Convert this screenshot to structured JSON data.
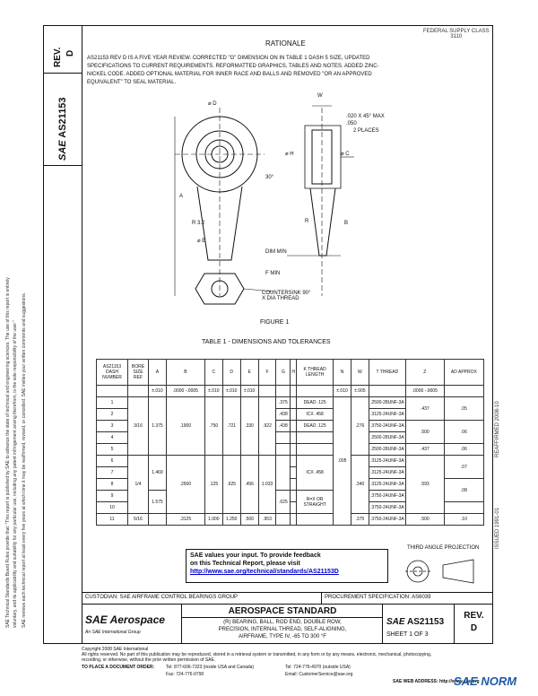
{
  "rev_header": {
    "label": "REV.",
    "value": "D"
  },
  "doc_number_side": "AS21153",
  "sae_logo_side": "SAE",
  "top_right_note": [
    "FEDERAL SUPPLY CLASS",
    "3110"
  ],
  "rationale": {
    "title": "RATIONALE",
    "lines": [
      "AS21153 REV D IS A FIVE YEAR REVIEW. CORRECTED \"G\" DIMENSION ON IN TABLE 1 DASH 5 SIZE, UPDATED",
      "SPECIFICATIONS TO CURRENT REQUIREMENTS. REFORMATTED GRAPHICS, TABLES AND NOTES. ADDED ZINC-",
      "NICKEL CODE. ADDED OPTIONAL MATERIAL FOR INNER RACE AND BALLS AND REMOVED \"OR AN APPROVED",
      "EQUIVALENT\" TO SEAL MATERIAL."
    ]
  },
  "figure": {
    "caption": "FIGURE 1",
    "labels": {
      "dia_d": "⌀ D",
      "w": "W",
      "chamfer": ".020 X 45° MAX",
      "chamfer2": ".050",
      "places": "2 PLACES",
      "a_label": "A",
      "r32": "R 3.2",
      "h_dim": "⌀ H",
      "thirty": "30°",
      "dia_e": "⌀ E",
      "dia_c": "⌀ C",
      "b_label": "B",
      "r_label": "R",
      "ja_min": "DIM MIN",
      "countersink": [
        "COUNTERSINK 90°",
        "X DIA THREAD"
      ],
      "f_min": "F MIN"
    }
  },
  "table": {
    "title": "TABLE 1 - DIMENSIONS AND TOLERANCES",
    "headers": [
      "AS21153 DASH NUMBER",
      "BORE SIZE REF",
      "A",
      "B",
      "C",
      "D",
      "E",
      "F",
      "G",
      "H",
      "K THREAD LENGTH",
      "N",
      "W",
      "T THREAD",
      "Z",
      "AD APPROX"
    ],
    "tolerances": [
      "",
      "",
      "±.010",
      ".0000 -.0005",
      "±.010",
      "±.010",
      "±.010",
      "",
      "",
      "",
      "",
      "±.010",
      "±.005",
      "",
      ".0000 -.0005",
      ""
    ],
    "rows": [
      [
        "1",
        "",
        "",
        "",
        "",
        "",
        "",
        "",
        "",
        "",
        "",
        "",
        "",
        ".2500-28UNF-3A",
        "",
        ""
      ],
      [
        "2",
        "",
        "",
        "",
        "",
        "",
        "",
        "",
        "",
        "",
        "",
        "",
        "",
        ".3125-24UNF-3A",
        "",
        ""
      ],
      [
        "3",
        "",
        "",
        "",
        "",
        "",
        "",
        "",
        "",
        "",
        "",
        "",
        "",
        ".3750-24UNF-3A",
        "",
        ""
      ],
      [
        "4",
        "",
        "",
        "",
        "",
        "",
        "",
        "",
        "",
        "",
        "",
        "",
        "",
        ".2500-28UNF-3A",
        "",
        ""
      ],
      [
        "5",
        "",
        "",
        "",
        "",
        "",
        "",
        "",
        "",
        "",
        "",
        "",
        "",
        ".2500-28UNF-3A",
        "",
        ""
      ],
      [
        "6",
        "",
        "",
        "",
        "",
        "",
        "",
        "",
        "",
        "",
        "",
        "",
        "",
        ".3125-24UNF-3A",
        "",
        ""
      ],
      [
        "7",
        "",
        "",
        "",
        "",
        "",
        "",
        "",
        "",
        "",
        "",
        "",
        "",
        ".3125-24UNF-3A",
        "",
        ""
      ],
      [
        "8",
        "",
        "",
        "",
        "",
        "",
        "",
        "",
        "",
        "",
        "",
        "",
        "",
        ".3125-24UNF-3A",
        "",
        ""
      ],
      [
        "9",
        "",
        "",
        "",
        "",
        "",
        "",
        "",
        "",
        "",
        "",
        "",
        "",
        ".3750-24UNF-3A",
        "",
        ""
      ],
      [
        "10",
        "",
        "",
        "",
        "",
        "",
        "",
        "",
        "",
        "",
        "",
        "",
        "",
        ".3750-24UNF-3A",
        "",
        ""
      ],
      [
        "11",
        "",
        "",
        "",
        "",
        "",
        "",
        "",
        "",
        "",
        "",
        "",
        "",
        ".3750-24UNF-3A",
        "",
        ""
      ]
    ],
    "cells": {
      "bore_1": "3/16",
      "bore_2": "1/4",
      "bore_3": "5/16",
      "a_1": "1.375",
      "a_2": "1.469",
      "a_3": "1.575",
      "b_1": ".1900",
      "b_2": ".2500",
      "b_3": ".3125",
      "c_1": ".750",
      "c_2": ".125",
      "c_3": "1.000",
      "d_1": ".721",
      "d_2": ".625",
      "d_3": "1.250",
      "e_1": ".330",
      "e_2": ".456",
      "e_3": ".500",
      "f_1": ".922",
      "f_2": "1.033",
      "f_3": ".953",
      "g_1": ".375",
      "g_2": ".438",
      "g_3": ".438",
      "g_4": ".625",
      "k_1": "DEAD .125",
      "k_2": "ICX .458",
      "k_3": "DEAD .125",
      "k_4": "ICX .458",
      "k_5": "R=X OR STRAIGHT",
      "n_1": ".005",
      "w_1": ".276",
      "w_2": ".340",
      "w_3": ".375",
      "z_1": ".437",
      "z_2": ".500",
      "z_3": ".437",
      "z_4": ".593",
      "z_5": ".500",
      "ad_1": ".05",
      "ad_2": ".06",
      "ad_3": ".06",
      "ad_4": ".07",
      "ad_5": ".08",
      "ad_6": ".10"
    }
  },
  "feedback": {
    "line1": "SAE values your input. To provide feedback",
    "line2": "on this Technical Report, please visit",
    "url": "http://www.sae.org/technical/standards/AS21153D"
  },
  "third_angle": "THIRD ANGLE PROJECTION",
  "side_right": "REAFFIRMED 2008-10",
  "side_right2": "ISSUED 1991-01",
  "left_side_lines": [
    "SAE Technical Standards Board Rules provide that: \"This report is published by SAE to advance the state of technical and engineering sciences. The use of this report is entirely",
    "voluntary, and its applicability and suitability for any particular use, including any patent infringement arising therefrom, is the sole responsibility of the user.\"",
    "SAE reviews each technical report at least every five years at which time it may be reaffirmed, revised, or cancelled. SAE invites your written comments and suggestions."
  ],
  "custodian": "CUSTODIAN: SAE AIRFRAME CONTROL BEARINGS GROUP",
  "procurement": "PROCUREMENT SPECIFICATION: AS6039",
  "title_block": {
    "brand": "SAE Aerospace",
    "brand_sub": "An SAE International Group",
    "standard": "AEROSPACE STANDARD",
    "desc": [
      "(R) BEARING, BALL, ROD END, DOUBLE ROW,",
      "PRECISION, INTERNAL THREAD, SELF-ALIGNING,",
      "AIRFRAME, TYPE IV, -65 TO 300 °F"
    ],
    "sae": "SAE",
    "number": "AS21153",
    "sheet": "SHEET 1 OF 3",
    "rev_label": "REV.",
    "rev": "D"
  },
  "footer": {
    "lines": [
      "Copyright 2008 SAE International",
      "All rights reserved. No part of this publication may be reproduced, stored in a retrieval system or transmitted, in any form or by any means, electronic, mechanical, photocopying,",
      "recording, or otherwise, without the prior written permission of SAE."
    ],
    "order": "TO PLACE A DOCUMENT ORDER:",
    "tel1": "Tel: 877-606-7323 (inside USA and Canada)",
    "tel2": "Tel: 724-776-4970 (outside USA)",
    "fax": "Fax: 724-776-0790",
    "email": "Email: CustomerService@sae.org",
    "web": "SAE WEB ADDRESS: http://www.sae.org"
  },
  "watermark": "SAE NORM"
}
